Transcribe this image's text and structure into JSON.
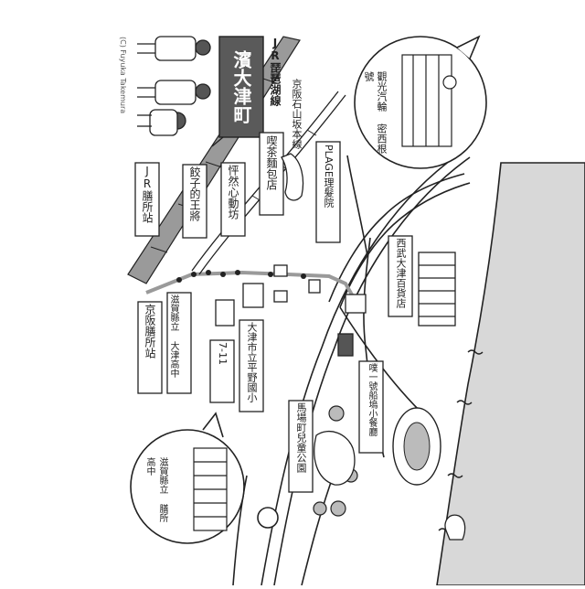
{
  "credit": "(C) Fuyuka Takemura",
  "title": "濱大津町",
  "rail_jr": "JR琵琶湖線",
  "rail_keihan": "京阪石山坂本線",
  "labels": {
    "jr_station": "JR膳所站",
    "gyoza": "餃子的王將",
    "shop_heart": "怦然心動坊",
    "bread": "喫茶麵包店",
    "plage": "PLAGE理髮院",
    "seibu": "西武大津百貨店",
    "keihan_station": "京阪膳所站",
    "zeze_high_short": "滋賀縣立 大津高中",
    "seven": "7-11",
    "elementary": "大津市立平野國小",
    "park": "馬場町兒童公園",
    "boat_dock": "噗一號船塢小餐廳",
    "cruise": "觀光汽輪 密西根號",
    "zeze_high_bubble": "滋賀縣立 膳所高中"
  },
  "colors": {
    "ink": "#222222",
    "sign_fill": "#5a5a5a",
    "track_fill": "#9a9a9a",
    "lake_fill": "#d8d8d8"
  }
}
